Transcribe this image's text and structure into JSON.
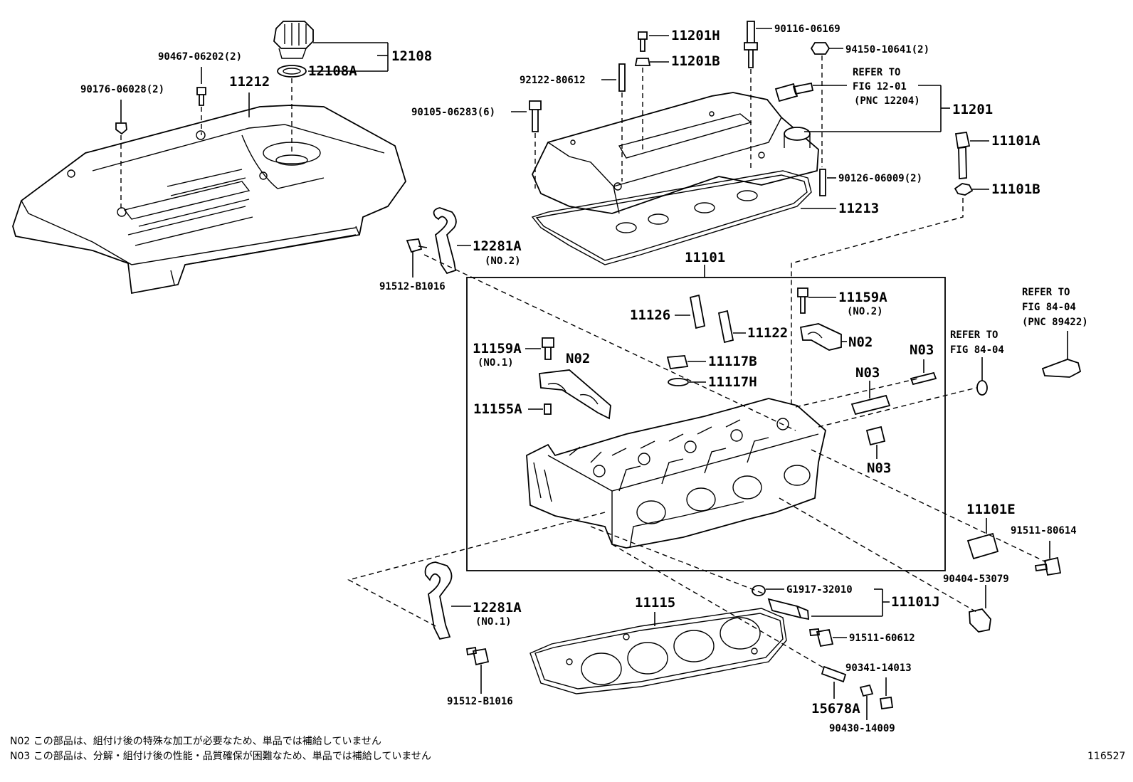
{
  "labels": {
    "p12108": "12108",
    "p12108A": "12108A",
    "p90467": "90467-06202(2)",
    "p90176": "90176-06028(2)",
    "p11212": "11212",
    "p12281A_top": "12281A",
    "p12281A_top_sub": "(NO.2)",
    "p91512_top": "91512-B1016",
    "p11201H": "11201H",
    "p11201B": "11201B",
    "p92122": "92122-80612",
    "p90105": "90105-06283(6)",
    "p90116": "90116-06169",
    "p94150": "94150-10641(2)",
    "refer1_a": "REFER TO",
    "refer1_b": "FIG 12-01",
    "refer1_c": "(PNC 12204)",
    "p11201": "11201",
    "p11101A": "11101A",
    "p11101B": "11101B",
    "p90126": "90126-06009(2)",
    "p11213": "11213",
    "p11101": "11101",
    "p11126": "11126",
    "p11122": "11122",
    "p11159A_2": "11159A",
    "p11159A_2_sub": "(NO.2)",
    "pN02_right": "N02",
    "p11117B": "11117B",
    "p11117H": "11117H",
    "p11159A_1": "11159A",
    "p11159A_1_sub": "(NO.1)",
    "pN02_left": "N02",
    "p11155A": "11155A",
    "pN03_a": "N03",
    "pN03_b": "N03",
    "pN03_c": "N03",
    "refer2_a": "REFER TO",
    "refer2_b": "FIG 84-04",
    "refer3_a": "REFER TO",
    "refer3_b": "FIG 84-04",
    "refer3_c": "(PNC 89422)",
    "p11101E": "11101E",
    "p91511_80614": "91511-80614",
    "p90404": "90404-53079",
    "p12281A_bot": "12281A",
    "p12281A_bot_sub": "(NO.1)",
    "p91512_bot": "91512-B1016",
    "p11115": "11115",
    "pG1917": "G1917-32010",
    "p11101J": "11101J",
    "p91511_60612": "91511-60612",
    "p90341": "90341-14013",
    "p15678A": "15678A",
    "p90430": "90430-14009"
  },
  "notes": {
    "n02": "N02 この部品は、組付け後の特殊な加工が必要なため、単品では補給していません",
    "n03": "N03 この部品は、分解・組付け後の性能・品質確保が困難なため、単品では補給していません"
  },
  "figure_number": "116527"
}
